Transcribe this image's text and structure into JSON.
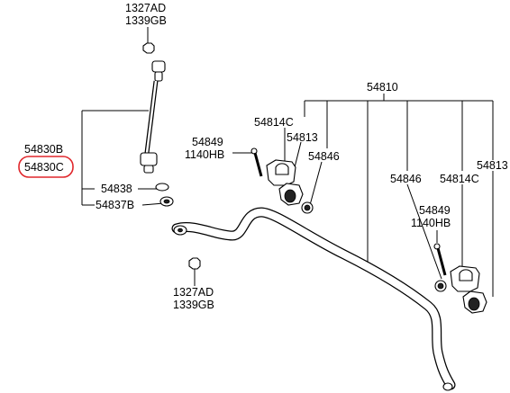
{
  "labels": {
    "bolt_top_1": "1327AD",
    "bolt_top_2": "1339GB",
    "link_b": "54830B",
    "link_c": "54830C",
    "part_54838": "54838",
    "part_54837b": "54837B",
    "bolt_bottom_1": "1327AD",
    "bolt_bottom_2": "1339GB",
    "bar": "54810",
    "bracket_left": "54814C",
    "bolt_left_1": "54849",
    "bolt_left_2": "1140HB",
    "bushing_left_1": "54813",
    "bushing_left_2": "54846",
    "bushing_right_1": "54846",
    "bracket_right": "54814C",
    "bolt_right_1": "54849",
    "bolt_right_2": "1140HB",
    "bushing_right_2": "54813"
  },
  "colors": {
    "highlight": "#e0262b",
    "line": "#000000"
  },
  "highlighted_label": "link_c"
}
